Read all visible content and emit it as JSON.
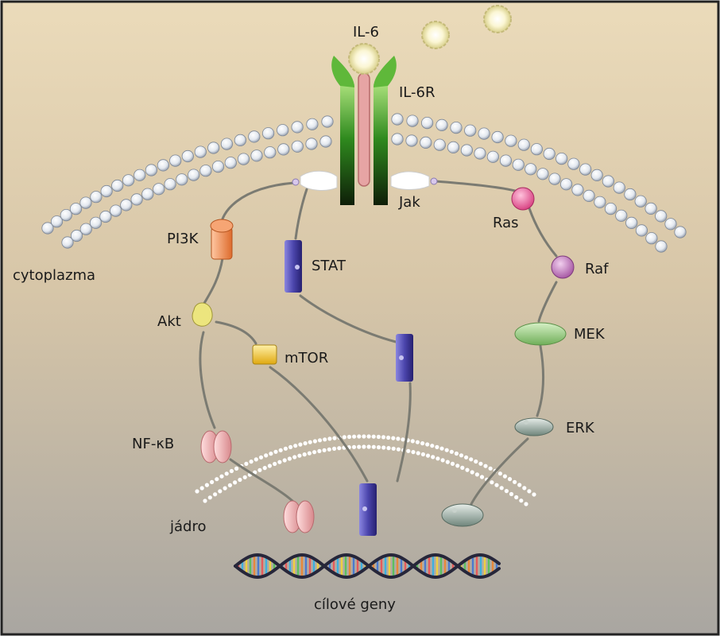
{
  "labels": {
    "ligand": "IL-6",
    "receptor": "IL-6R",
    "kinase": "Jak",
    "cytoplasm": "cytoplazma",
    "pi3k": "PI3K",
    "stat": "STAT",
    "akt": "Akt",
    "mtor": "mTOR",
    "nfkb": "NF-κB",
    "nucleus": "jádro",
    "ras": "Ras",
    "raf": "Raf",
    "mek": "MEK",
    "erk": "ERK",
    "target_genes": "cílové geny"
  },
  "colors": {
    "background_top": "#ead9b8",
    "background_bottom": "#a8a49e",
    "frame": "#222222",
    "membrane_bead": "#e9edf3",
    "receptor_green": "#2f8a1e",
    "il6r_pink": "#e6a4a4",
    "pi3k": "#f08c52",
    "stat": "#4c46ad",
    "akt": "#e8e27c",
    "mtor": "#f2c93c",
    "nfkb": "#f2a8a8",
    "ras": "#e85a98",
    "raf": "#c879c4",
    "mek": "#9ad083",
    "erk": "#8ea29a",
    "connector": "#7b7b72"
  }
}
